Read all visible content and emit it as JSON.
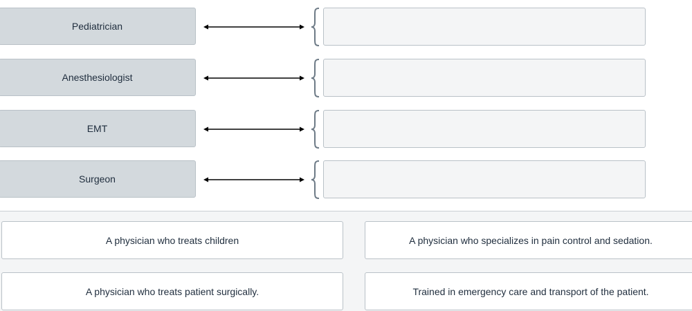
{
  "matching": {
    "rows": [
      {
        "term": "Pediatrician"
      },
      {
        "term": "Anesthesiologist"
      },
      {
        "term": "EMT"
      },
      {
        "term": "Surgeon"
      }
    ]
  },
  "answer_bank": {
    "cards": [
      {
        "text": "A physician who treats children"
      },
      {
        "text": "A physician who specializes in pain control and sedation."
      },
      {
        "text": "A physician who treats patient surgically."
      },
      {
        "text": "Trained in emergency care and transport of the patient."
      }
    ]
  },
  "colors": {
    "term_bg": "#d3d9dd",
    "drop_bg": "#f4f5f6",
    "brace": "#6d7a86",
    "arrow": "#000000"
  }
}
